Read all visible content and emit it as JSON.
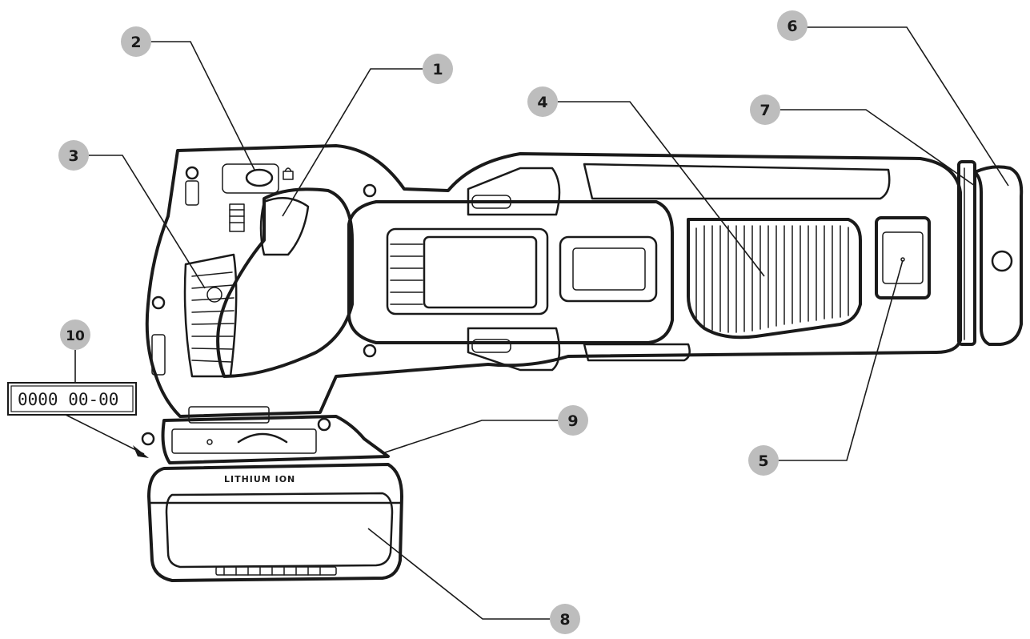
{
  "callouts": [
    {
      "id": "1",
      "label": "1"
    },
    {
      "id": "2",
      "label": "2"
    },
    {
      "id": "3",
      "label": "3"
    },
    {
      "id": "4",
      "label": "4"
    },
    {
      "id": "5",
      "label": "5"
    },
    {
      "id": "6",
      "label": "6"
    },
    {
      "id": "7",
      "label": "7"
    },
    {
      "id": "8",
      "label": "8"
    },
    {
      "id": "9",
      "label": "9"
    },
    {
      "id": "10",
      "label": "10"
    }
  ],
  "date_code": "0000 00-00",
  "battery_label": "LITHIUM ION",
  "colors": {
    "badge": "#bdbdbd",
    "line": "#1a1a1a",
    "background": "#ffffff"
  }
}
